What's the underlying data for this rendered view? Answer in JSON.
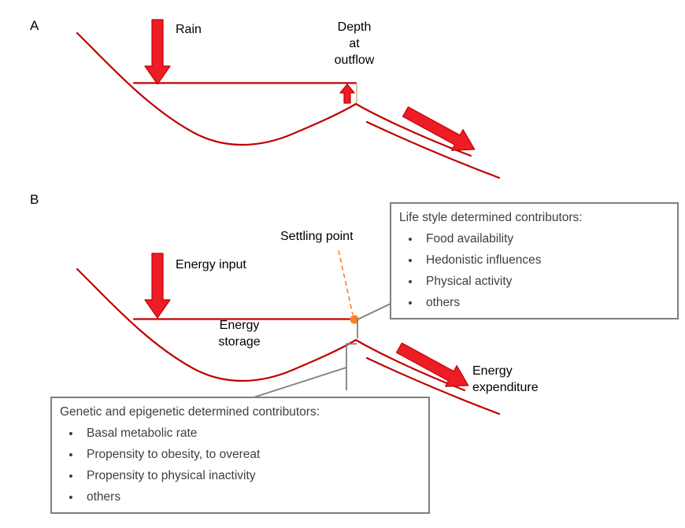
{
  "colors": {
    "curve": "#c00000",
    "arrow_fill": "#ee1c25",
    "accent_orange": "#ff7f27",
    "line_gray": "#808080",
    "box_border": "#7f7f7f",
    "box_text": "#3f3f3f",
    "label_text": "#000000",
    "depth_tick_tan": "#d9a05b"
  },
  "panel_a": {
    "label": "A",
    "rain_label": "Rain",
    "depth_line1": "Depth",
    "depth_line2": "at",
    "depth_line3": "outflow"
  },
  "panel_b": {
    "label": "B",
    "settling_point_label": "Settling point",
    "energy_input_label": "Energy input",
    "energy_storage_line1": "Energy",
    "energy_storage_line2": "storage",
    "energy_expenditure_line1": "Energy",
    "energy_expenditure_line2": "expenditure",
    "lifestyle_box": {
      "title": "Life style determined contributors:",
      "items": [
        "Food availability",
        "Hedonistic influences",
        "Physical activity",
        "others"
      ]
    },
    "genetic_box": {
      "title": "Genetic and epigenetic determined contributors:",
      "items": [
        "Basal metabolic rate",
        "Propensity to obesity, to overeat",
        "Propensity to physical inactivity",
        "others"
      ]
    }
  }
}
